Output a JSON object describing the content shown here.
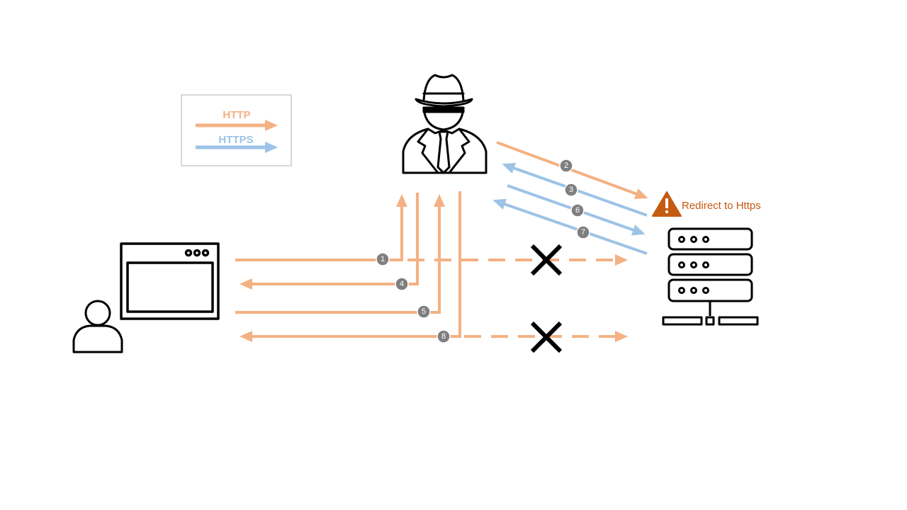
{
  "legend": {
    "http_label": "HTTP",
    "https_label": "HTTPS"
  },
  "colors": {
    "http": "#f4b183",
    "https": "#9dc3e6",
    "badge": "#7f7f7f",
    "warning": "#c55a11",
    "outline": "#000000"
  },
  "steps": [
    "1",
    "2",
    "3",
    "4",
    "5",
    "6",
    "7",
    "8"
  ],
  "server_note": "Redirect to Https",
  "icons": {
    "attacker": "hacker-icon",
    "browser": "browser-window-icon",
    "user": "user-icon",
    "server": "server-rack-icon",
    "warning": "warning-icon",
    "blocked": "cross-icon"
  }
}
